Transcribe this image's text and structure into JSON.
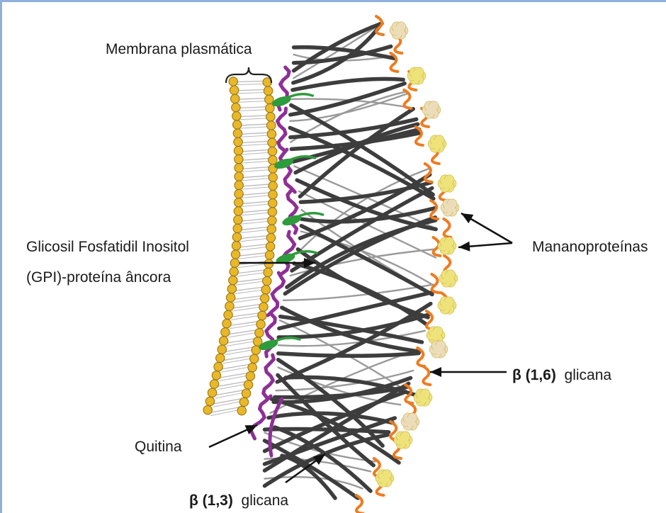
{
  "labels": {
    "membrane": "Membrana plasmática",
    "gpi_line1": "Glicosil Fosfatidil Inositol",
    "gpi_line2": "(GPI)-proteína âncora",
    "mannoproteins": "Mananoproteínas",
    "b16_prefix": "β (1,6)",
    "b16_suffix": "glicana",
    "chitin": "Quitina",
    "b13_prefix": "β (1,3)",
    "b13_suffix": "glicana"
  },
  "colors": {
    "frame": "#8fb0dc",
    "lipid_head": "#e8b82a",
    "lipid_head_stroke": "#9a7410",
    "lipid_tail": "#b8b8b8",
    "chitin": "#8e2f96",
    "gpi": "#2e9b3c",
    "glucan_dark": "#3d3d3d",
    "glucan_light": "#9a9a9a",
    "b16_glucan": "#f07a1e",
    "mannoprotein_yellow": "#eee27a",
    "mannoprotein_beige": "#ecdcb8",
    "arrow": "#111111"
  }
}
